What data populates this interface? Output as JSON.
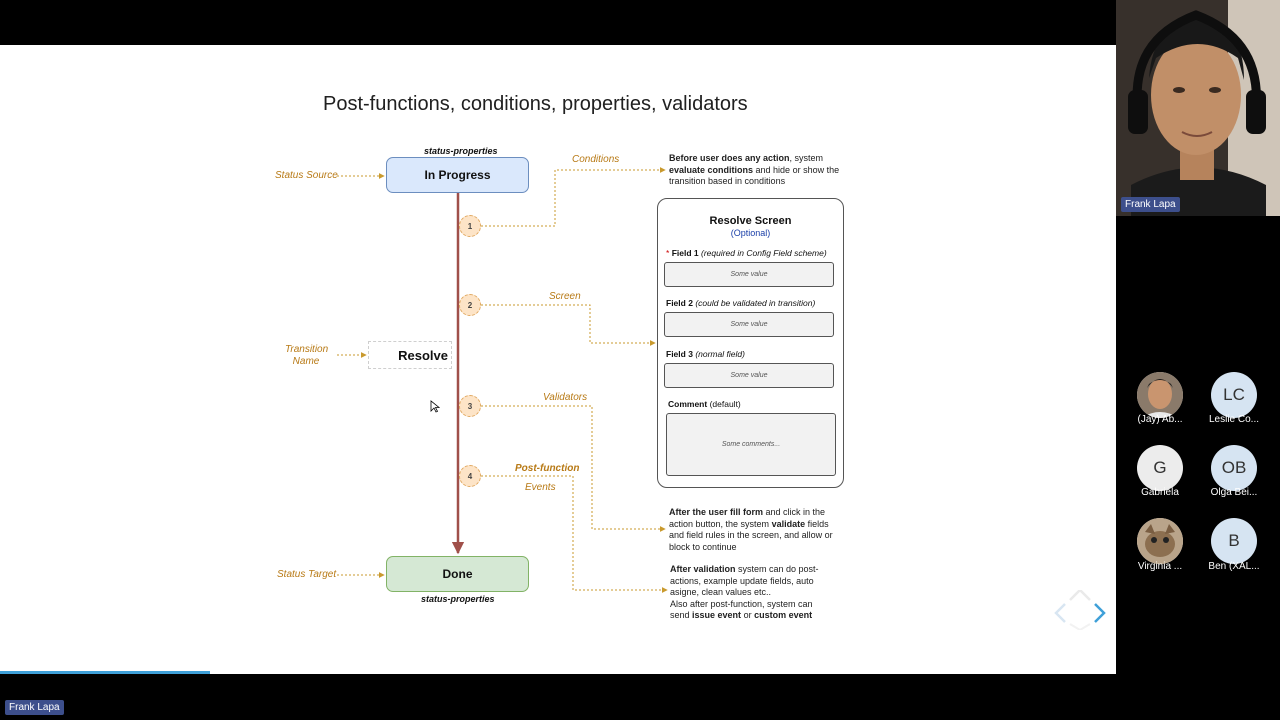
{
  "slide": {
    "title": "Post-functions, conditions, properties, validators",
    "labels": {
      "status_source": "Status Source",
      "status_target": "Status Target",
      "transition_name_line1": "Transition",
      "transition_name_line2": "Name",
      "conditions": "Conditions",
      "screen": "Screen",
      "validators": "Validators",
      "post_function": "Post-function",
      "events": "Events",
      "status_properties_top": "status-properties",
      "status_properties_bottom": "status-properties"
    },
    "states": {
      "in_progress": "In Progress",
      "done": "Done"
    },
    "transition": "Resolve",
    "steps": [
      "1",
      "2",
      "3",
      "4"
    ],
    "notes": {
      "conditions": {
        "b1": "Before user does any action",
        "t1": ", system ",
        "b2": "evaluate conditions",
        "t2": " and hide or show the transition based in conditions"
      },
      "validators": {
        "b1": "After the user fill form",
        "t1": " and click in the action button, the system ",
        "b2": "validate",
        "t2": " fields and field rules in the screen, and allow or block to continue"
      },
      "postfunction": {
        "b1": "After validation",
        "t1": " system can do post-actions, example update fields, auto asigne, clean values etc..",
        "t2": "Also after post-function, system can send ",
        "b2": "issue event",
        "t3": " or ",
        "b3": "custom event"
      }
    },
    "screen": {
      "title": "Resolve Screen",
      "subtitle": "(Optional)",
      "field1_asterisk": "*",
      "field1_name": "Field 1",
      "field1_note": "(required in Config Field scheme)",
      "field1_value": "Some value",
      "field2_name": "Field 2",
      "field2_note": "(could be validated in transition)",
      "field2_value": "Some value",
      "field3_name": "Field 3",
      "field3_note": "(normal field)",
      "field3_value": "Some value",
      "comment_name": "Comment",
      "comment_note": "(default)",
      "comment_value": "Some comments..."
    }
  },
  "video": {
    "speaker_name": "Frank Lapa",
    "presenter_tag": "Frank Lapa",
    "participants": [
      {
        "initials": "",
        "name": "(Jay) Ab..."
      },
      {
        "initials": "LC",
        "name": "Leslie Co..."
      },
      {
        "initials": "G",
        "name": "Gabriela"
      },
      {
        "initials": "OB",
        "name": "Olga Bei..."
      },
      {
        "initials": "",
        "name": "Virginia ..."
      },
      {
        "initials": "B",
        "name": "Ben (XAL..."
      }
    ]
  },
  "colors": {
    "accent_orange": "#b87a16",
    "in_progress_fill": "#dae8fc",
    "done_fill": "#d5e8d4",
    "flow_line": "#a0504a",
    "name_tag": "#3d4f8c"
  }
}
